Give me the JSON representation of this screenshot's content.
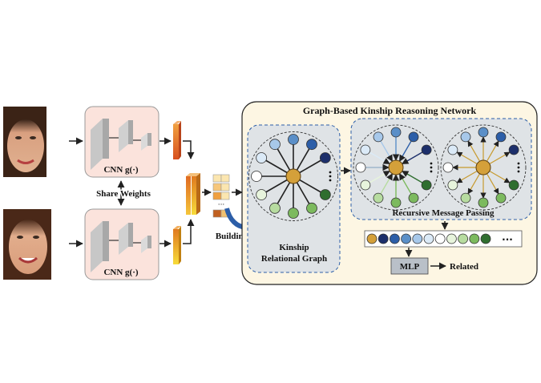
{
  "title": "Graph-Based Kinship Reasoning Network",
  "cnn_label": "CNN g(·)",
  "share_weights": "Share Weights",
  "building_graph": "Building Graph",
  "kinship_graph_label": [
    "Kinship",
    "Relational Graph"
  ],
  "recursive_label": "Recursive Message Passing",
  "mlp_label": "MLP",
  "output_label": "Related",
  "ellipsis": "···",
  "colors": {
    "panel_bg": "#fdf6e3",
    "inner_bg": "#dfe3e6",
    "cnn_box": "#fbe3dc",
    "center_node": "#d4a03a",
    "edge_dark": "#222222",
    "edge_gold": "#c79a2e",
    "mlp_box": "#b9c0c8",
    "arrow_blue": "#2c5ea8"
  },
  "node_colors": [
    "#1c2f6b",
    "#2c5ea8",
    "#5a8fc8",
    "#a7c8ea",
    "#dbeaf7",
    "#ffffff",
    "#e7f4dc",
    "#b7dca0",
    "#7cba5e",
    "#2f6e2f"
  ],
  "sequence_colors": [
    "#d4a03a",
    "#1c2f6b",
    "#2c5ea8",
    "#5a8fc8",
    "#a7c8ea",
    "#dbeaf7",
    "#ffffff",
    "#e7f4dc",
    "#b7dca0",
    "#7cba5e",
    "#2f6e2f"
  ]
}
